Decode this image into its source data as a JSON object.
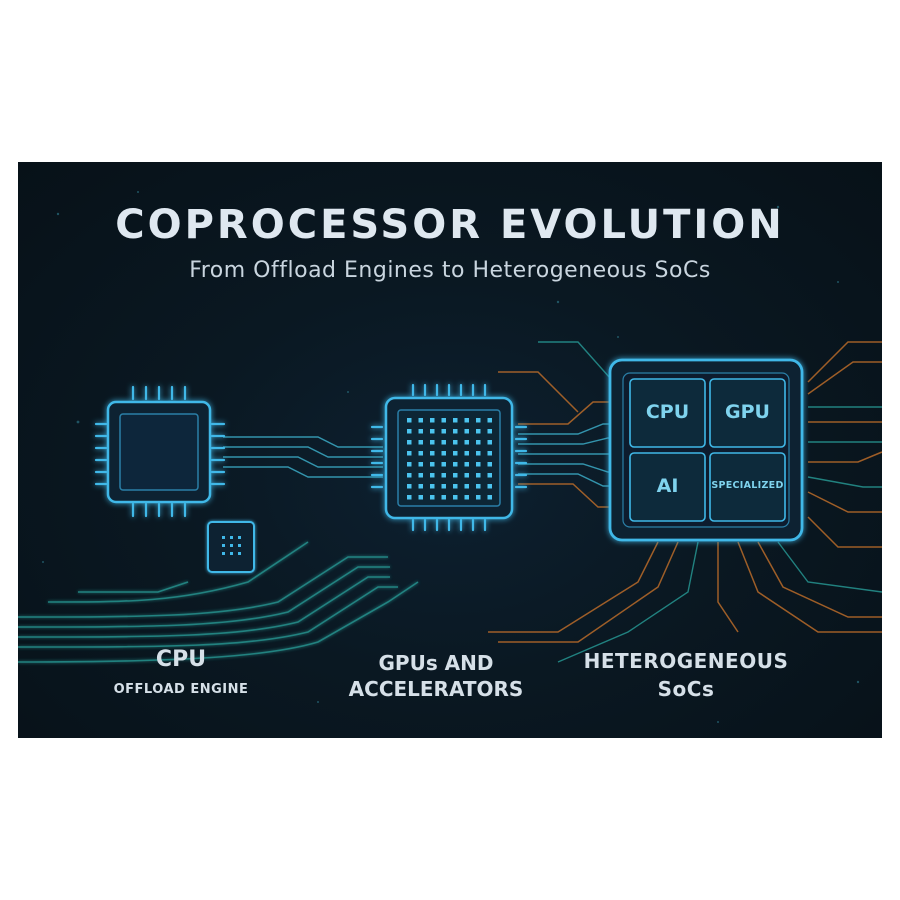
{
  "header": {
    "title": "COPROCESSOR EVOLUTION",
    "subtitle": "From Offload Engines to Heterogeneous SoCs"
  },
  "stages": {
    "cpu": {
      "label": "CPU",
      "sublabel": "OFFLOAD ENGINE"
    },
    "gpu": {
      "label_line1": "GPUs AND",
      "label_line2": "ACCELERATORS"
    },
    "soc": {
      "label_line1": "HETEROGENEOUS",
      "label_line2": "SoCs",
      "cells": [
        "CPU",
        "GPU",
        "AI",
        "SPECIALIZED"
      ]
    }
  },
  "colors": {
    "background": "#0a1822",
    "chip_outline": "#3fb8e8",
    "trace_teal": "#2fa9a6",
    "trace_orange": "#c9752c",
    "text": "#dfe8f0"
  }
}
